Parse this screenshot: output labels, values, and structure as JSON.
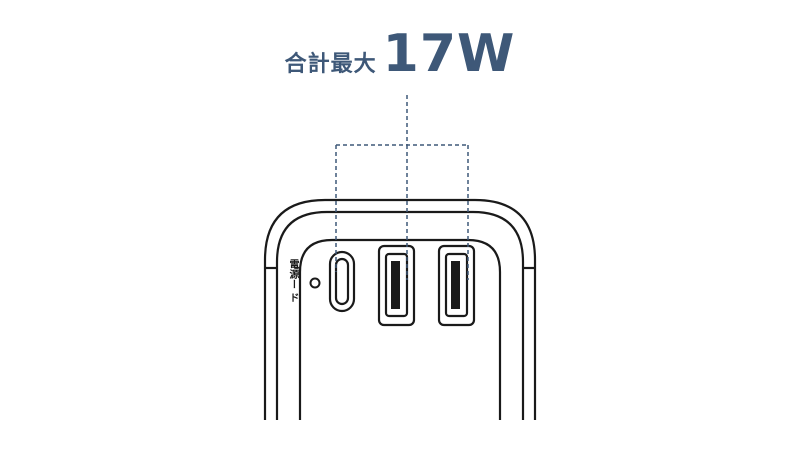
{
  "headline": {
    "label": "合計最大",
    "value": "17W"
  },
  "device": {
    "indicator_label": "電源ー ド"
  },
  "colors": {
    "accent": "#3e5878",
    "outline": "#1a1a1a",
    "background": "#ffffff"
  },
  "icons": {
    "usb_c_port": "usb-c-port-icon",
    "usb_a_port": "usb-a-port-icon",
    "indicator_led": "power-led-icon"
  }
}
